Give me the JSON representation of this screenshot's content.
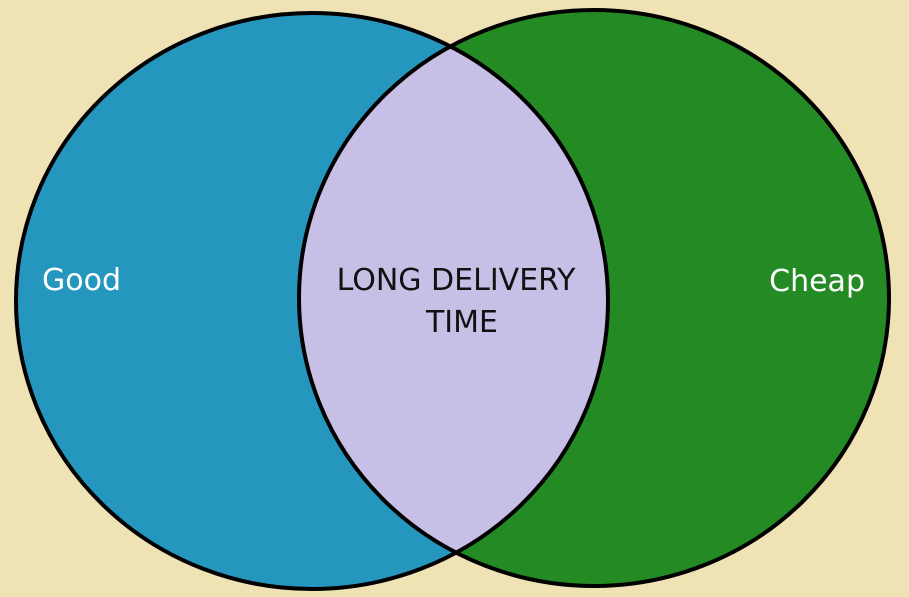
{
  "diagram": {
    "type": "venn",
    "background_color": "#efe2b4",
    "left_set": {
      "label": "Good",
      "color": "#2596be"
    },
    "right_set": {
      "label": "Cheap",
      "color": "#238a24"
    },
    "intersection": {
      "label_line1": "LONG DELIVERY",
      "label_line2": "TIME",
      "color": "#c7bfe6"
    },
    "outline_color": "#000000"
  }
}
